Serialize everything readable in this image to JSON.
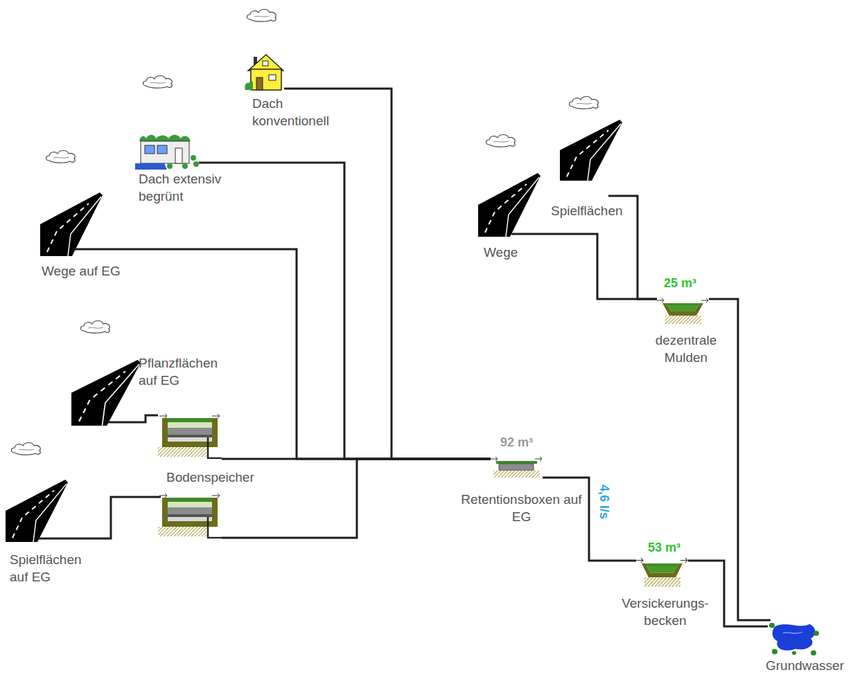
{
  "diagram": {
    "nodes": [
      {
        "text": [
          "Dach konventionell"
        ]
      },
      {
        "text": [
          "Dach extensiv begrünt"
        ]
      },
      {
        "text": [
          "Wege auf EG"
        ]
      },
      {
        "text": [
          "Pflanzflächen auf EG"
        ]
      },
      {
        "text": [
          "Bodenspeicher"
        ]
      },
      {
        "text": [
          "Spielflächen auf EG"
        ]
      },
      {
        "text": [
          "92 m³",
          "Retentionsboxen auf EG"
        ]
      },
      {
        "text": [
          "53 m³",
          "Versickerungs- becken"
        ]
      },
      {
        "text": [
          "Wege"
        ]
      },
      {
        "text": [
          "Spielflächen"
        ]
      },
      {
        "text": [
          "25 m³",
          "dezentrale Mulden"
        ]
      },
      {
        "text": [
          "Grundwasser"
        ]
      }
    ],
    "edges": [
      {
        "from": 0,
        "to": 6,
        "arrow": "none"
      },
      {
        "from": 1,
        "to": 6,
        "arrow": "none"
      },
      {
        "from": 2,
        "to": 6,
        "arrow": "none"
      },
      {
        "from": 3,
        "to": 4,
        "arrow": "none"
      },
      {
        "from": 4,
        "to": 6,
        "arrow": "none"
      },
      {
        "from": 5,
        "to": 6,
        "arrow": "none"
      },
      {
        "from": 6,
        "to": 7,
        "label": "4,6 l/s",
        "arrow": "none"
      },
      {
        "from": 7,
        "to": 11,
        "arrow": "none"
      },
      {
        "from": 8,
        "to": 10,
        "arrow": "none"
      },
      {
        "from": 9,
        "to": 10,
        "arrow": "none"
      },
      {
        "from": 10,
        "to": 11,
        "arrow": "none"
      }
    ]
  }
}
